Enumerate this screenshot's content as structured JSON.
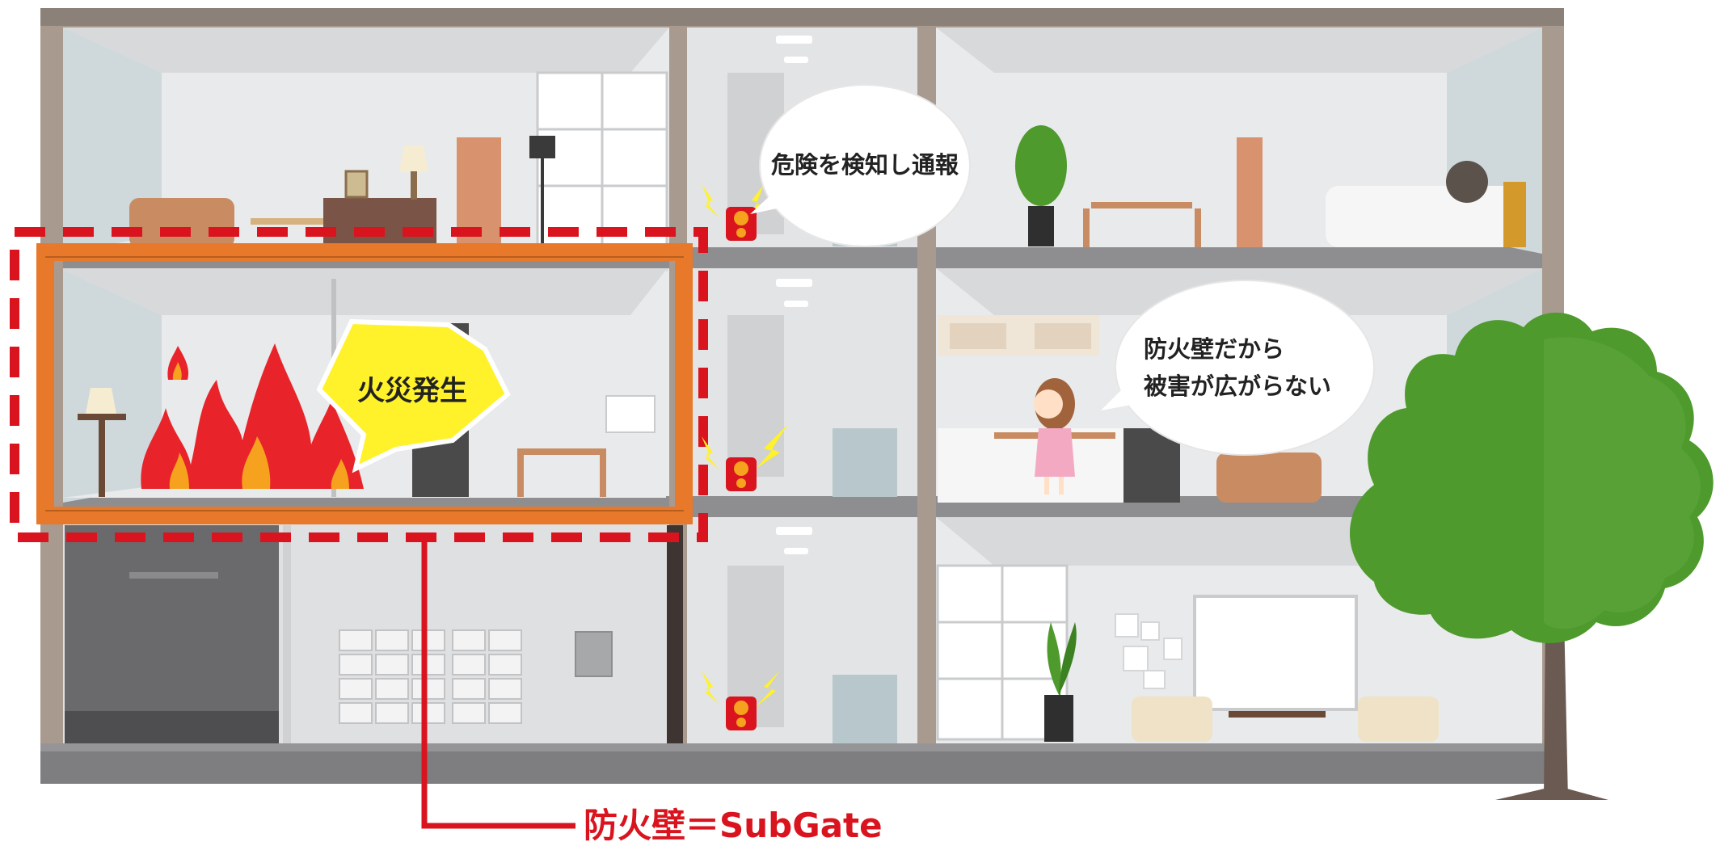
{
  "bubbles": {
    "detect": "危険を検知し通報",
    "fire": "火災発生",
    "wall_line1": "防火壁だから",
    "wall_line2": "被害が広がらない"
  },
  "caption": "防火壁＝SubGate",
  "colors": {
    "fire_red": "#e8232a",
    "flame_orange": "#f6a21e",
    "firewall_orange": "#e8782a",
    "dashed_red": "#d9141e",
    "caption_red": "#d9141e",
    "warning_yellow": "#fff22a",
    "tree_green": "#4e9a2d",
    "building_frame": "#a89a8e"
  },
  "icons": [
    "fire-icon",
    "alarm-icon",
    "lightning-icon",
    "tree-icon",
    "plant-icon",
    "person-icon"
  ]
}
